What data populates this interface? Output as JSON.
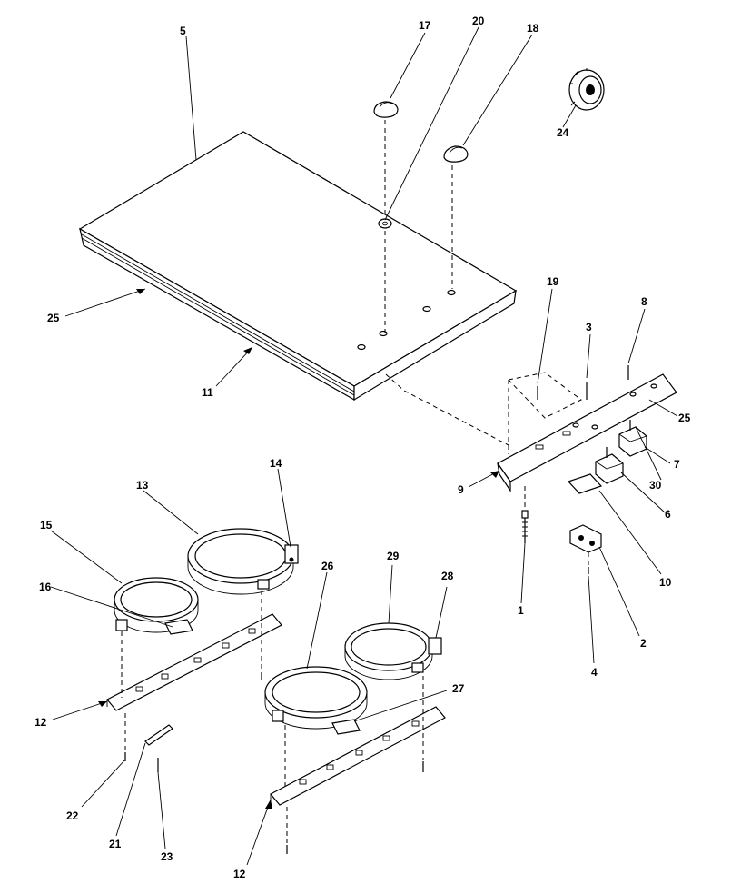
{
  "labels": {
    "p1": "1",
    "p2": "2",
    "p3": "3",
    "p4": "4",
    "p5": "5",
    "p6": "6",
    "p7": "7",
    "p8": "8",
    "p9": "9",
    "p10": "10",
    "p11": "11",
    "p12a": "12",
    "p12b": "12",
    "p13": "13",
    "p14": "14",
    "p15": "15",
    "p16": "16",
    "p17": "17",
    "p18": "18",
    "p19": "19",
    "p20": "20",
    "p21": "21",
    "p22": "22",
    "p23": "23",
    "p24": "24",
    "p25a": "25",
    "p25b": "25",
    "p26": "26",
    "p27": "27",
    "p28": "28",
    "p29": "29",
    "p30": "30"
  }
}
